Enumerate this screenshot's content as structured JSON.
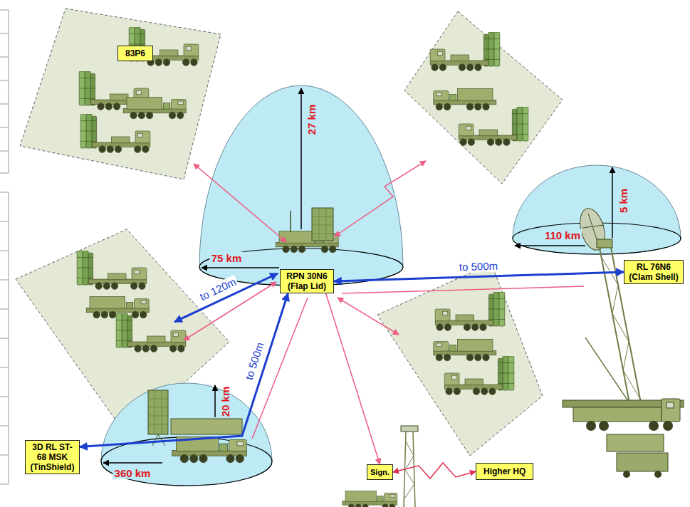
{
  "diagram": {
    "nodes": [
      {
        "text": [
          "83P6"
        ]
      },
      {
        "text": [
          "RPN 30N6 (Flap Lid)"
        ]
      },
      {
        "text": [
          "RL 76N6 (Clam Shell)"
        ]
      },
      {
        "text": [
          "3D RL ST-68 MSK (TinShield)"
        ]
      },
      {
        "text": [
          "Sign."
        ]
      },
      {
        "text": [
          "Higher HQ"
        ]
      }
    ],
    "edges": [
      {
        "from": 1,
        "to": 2,
        "label": "to 500m",
        "arrow": "both"
      },
      {
        "from": 1,
        "to": 3,
        "label": "to 500m",
        "arrow": "both"
      },
      {
        "from": 1,
        "to": 4,
        "arrow": "to"
      },
      {
        "from": 4,
        "to": 5,
        "arrow": "both"
      }
    ],
    "labels": [
      "27 km",
      "75 km",
      "110 km",
      "5 km",
      "to 120m",
      "20 km",
      "360 km"
    ]
  }
}
